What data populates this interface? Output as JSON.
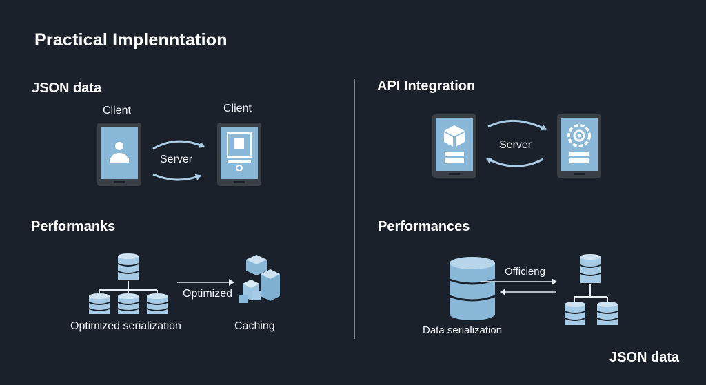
{
  "title": "Practical Implenntation",
  "left": {
    "heading": "JSON data",
    "client_left": "Client",
    "client_right": "Client",
    "server": "Server",
    "perf_heading": "Performanks",
    "serialization": "Optimized serialization",
    "optimized": "Optimized",
    "caching": "Caching"
  },
  "right": {
    "heading": "API Integration",
    "server": "Server",
    "perf_heading": "Performances",
    "officieng": "Officieng",
    "data_serialization": "Data serialization"
  },
  "footer": "JSON data",
  "colors": {
    "background": "#1a212b",
    "device_frame": "#3a3f46",
    "device_screen": "#8ab8d8",
    "icon_blue": "#a6cbe6",
    "arrow": "#a9cde6"
  },
  "icons": {
    "client_left_device": "user-profile-icon",
    "client_right_device": "document-list-icon",
    "api_left_device": "cube-server-icon",
    "api_right_device": "gear-server-icon",
    "db": "database-icon",
    "cache": "cubes-icon"
  }
}
